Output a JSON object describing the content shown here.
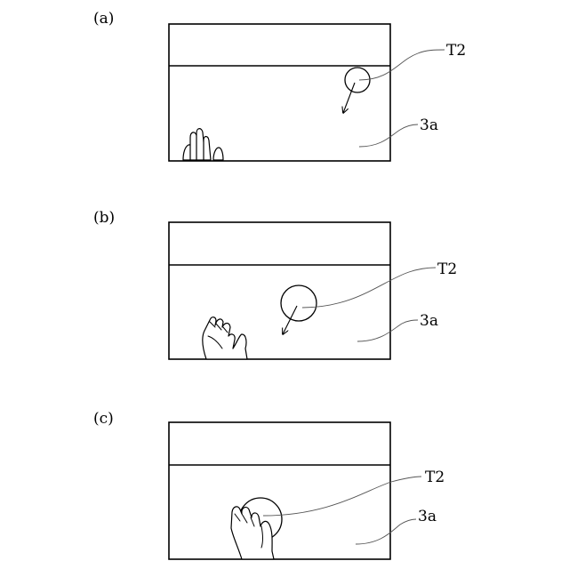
{
  "panels": [
    {
      "label": "(a)",
      "target_label": "T2",
      "region_label": "3a"
    },
    {
      "label": "(b)",
      "target_label": "T2",
      "region_label": "3a"
    },
    {
      "label": "(c)",
      "target_label": "T2",
      "region_label": "3a"
    }
  ]
}
